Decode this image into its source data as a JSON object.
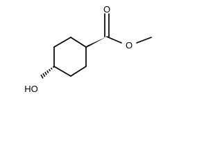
{
  "molecule": {
    "atoms": {
      "carbonyl_oxygen": "O",
      "ester_oxygen": "O",
      "hydroxyl": "HO"
    },
    "stereo_bonds": {
      "ring_to_ester": "wedge",
      "ring_to_hydroxyl": "hash"
    }
  }
}
